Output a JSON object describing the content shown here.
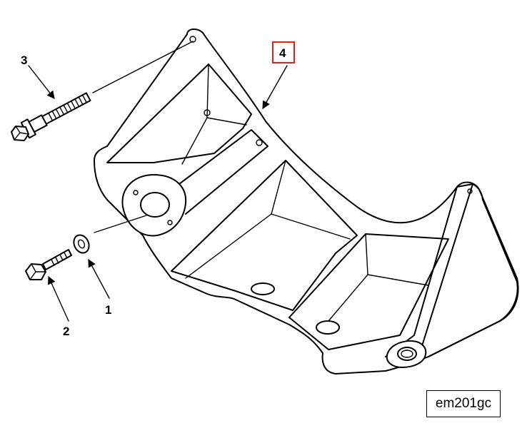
{
  "callouts": {
    "item1": "1",
    "item2": "2",
    "item3": "3",
    "item4": "4"
  },
  "highlight_color": "#e02020",
  "figure_id": "em201gc"
}
